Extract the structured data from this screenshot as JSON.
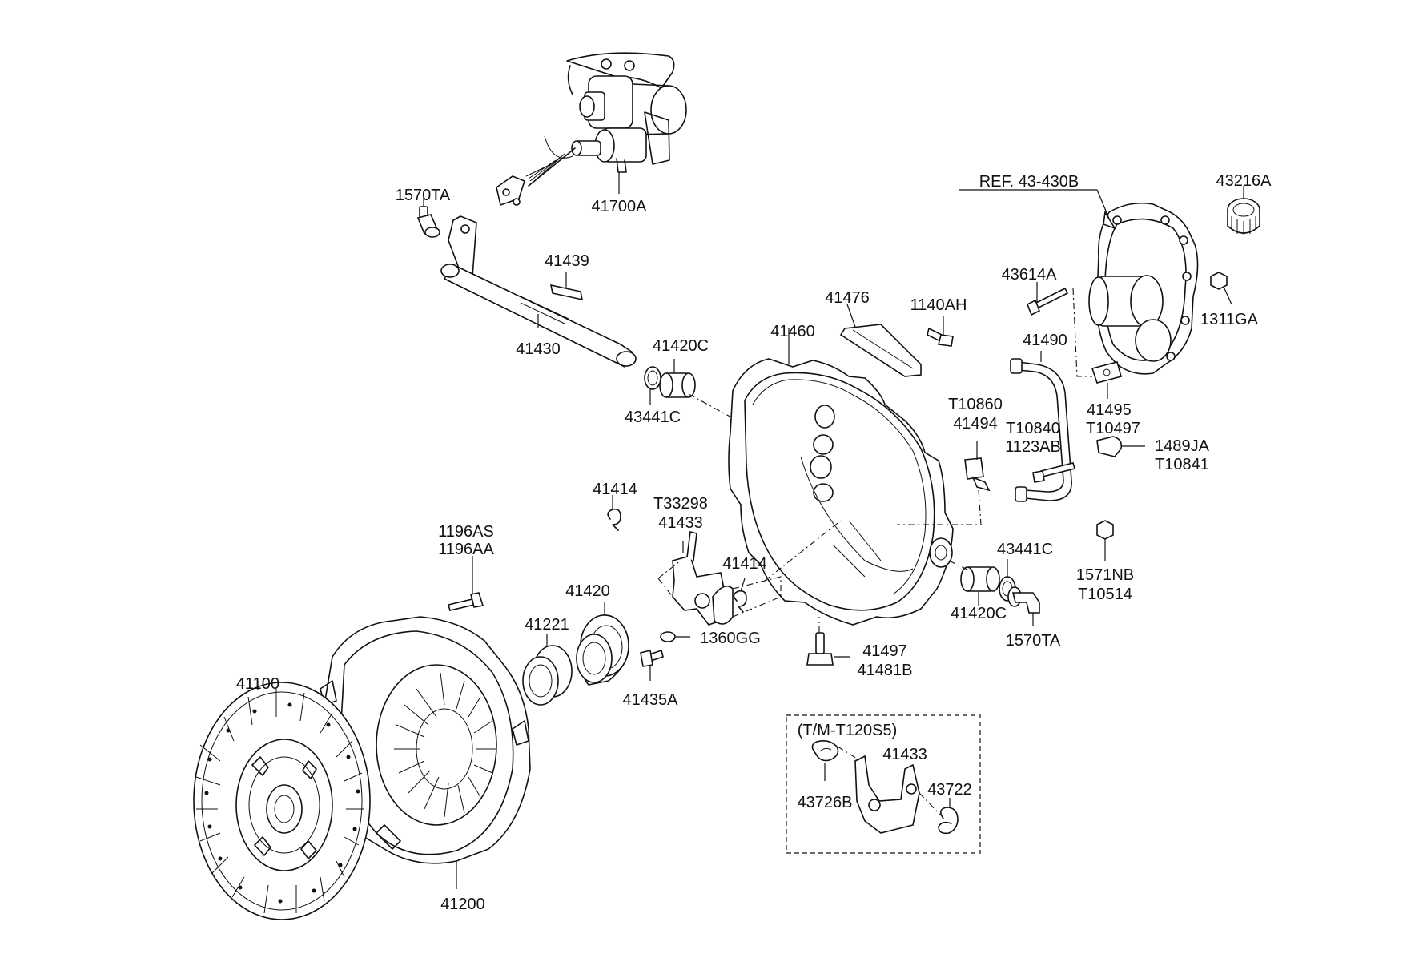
{
  "labels": {
    "p41700A": "41700A",
    "p1570TA_top": "1570TA",
    "p41439": "41439",
    "p41430": "41430",
    "p41420C_top": "41420C",
    "p43441C_top": "43441C",
    "p41460": "41460",
    "p41476": "41476",
    "p1140AH": "1140AH",
    "p43614A": "43614A",
    "pREF": "REF. 43-430B",
    "p43216A": "43216A",
    "p1311GA": "1311GA",
    "p41490": "41490",
    "p41495": "41495",
    "pT10497": "T10497",
    "pT10860": "T10860",
    "p41494": "41494",
    "pT10840": "T10840",
    "p1123AB": "1123AB",
    "p1489JA": "1489JA",
    "pT10841": "T10841",
    "p41414_top": "41414",
    "pT33298": "T33298",
    "p41433": "41433",
    "p41414_mid": "41414",
    "p1196AS": "1196AS",
    "p1196AA": "1196AA",
    "p41420": "41420",
    "p41221": "41221",
    "p1360GG": "1360GG",
    "p41435A": "41435A",
    "p43441C_bot": "43441C",
    "p41420C_bot": "41420C",
    "p1570TA_bot": "1570TA",
    "p1571NB": "1571NB",
    "pT10514": "T10514",
    "p41497": "41497",
    "p41481B": "41481B",
    "p41100": "41100",
    "p41200": "41200",
    "inset_title": "(T/M-T120S5)",
    "inset_41433": "41433",
    "inset_43726B": "43726B",
    "inset_43722": "43722"
  }
}
